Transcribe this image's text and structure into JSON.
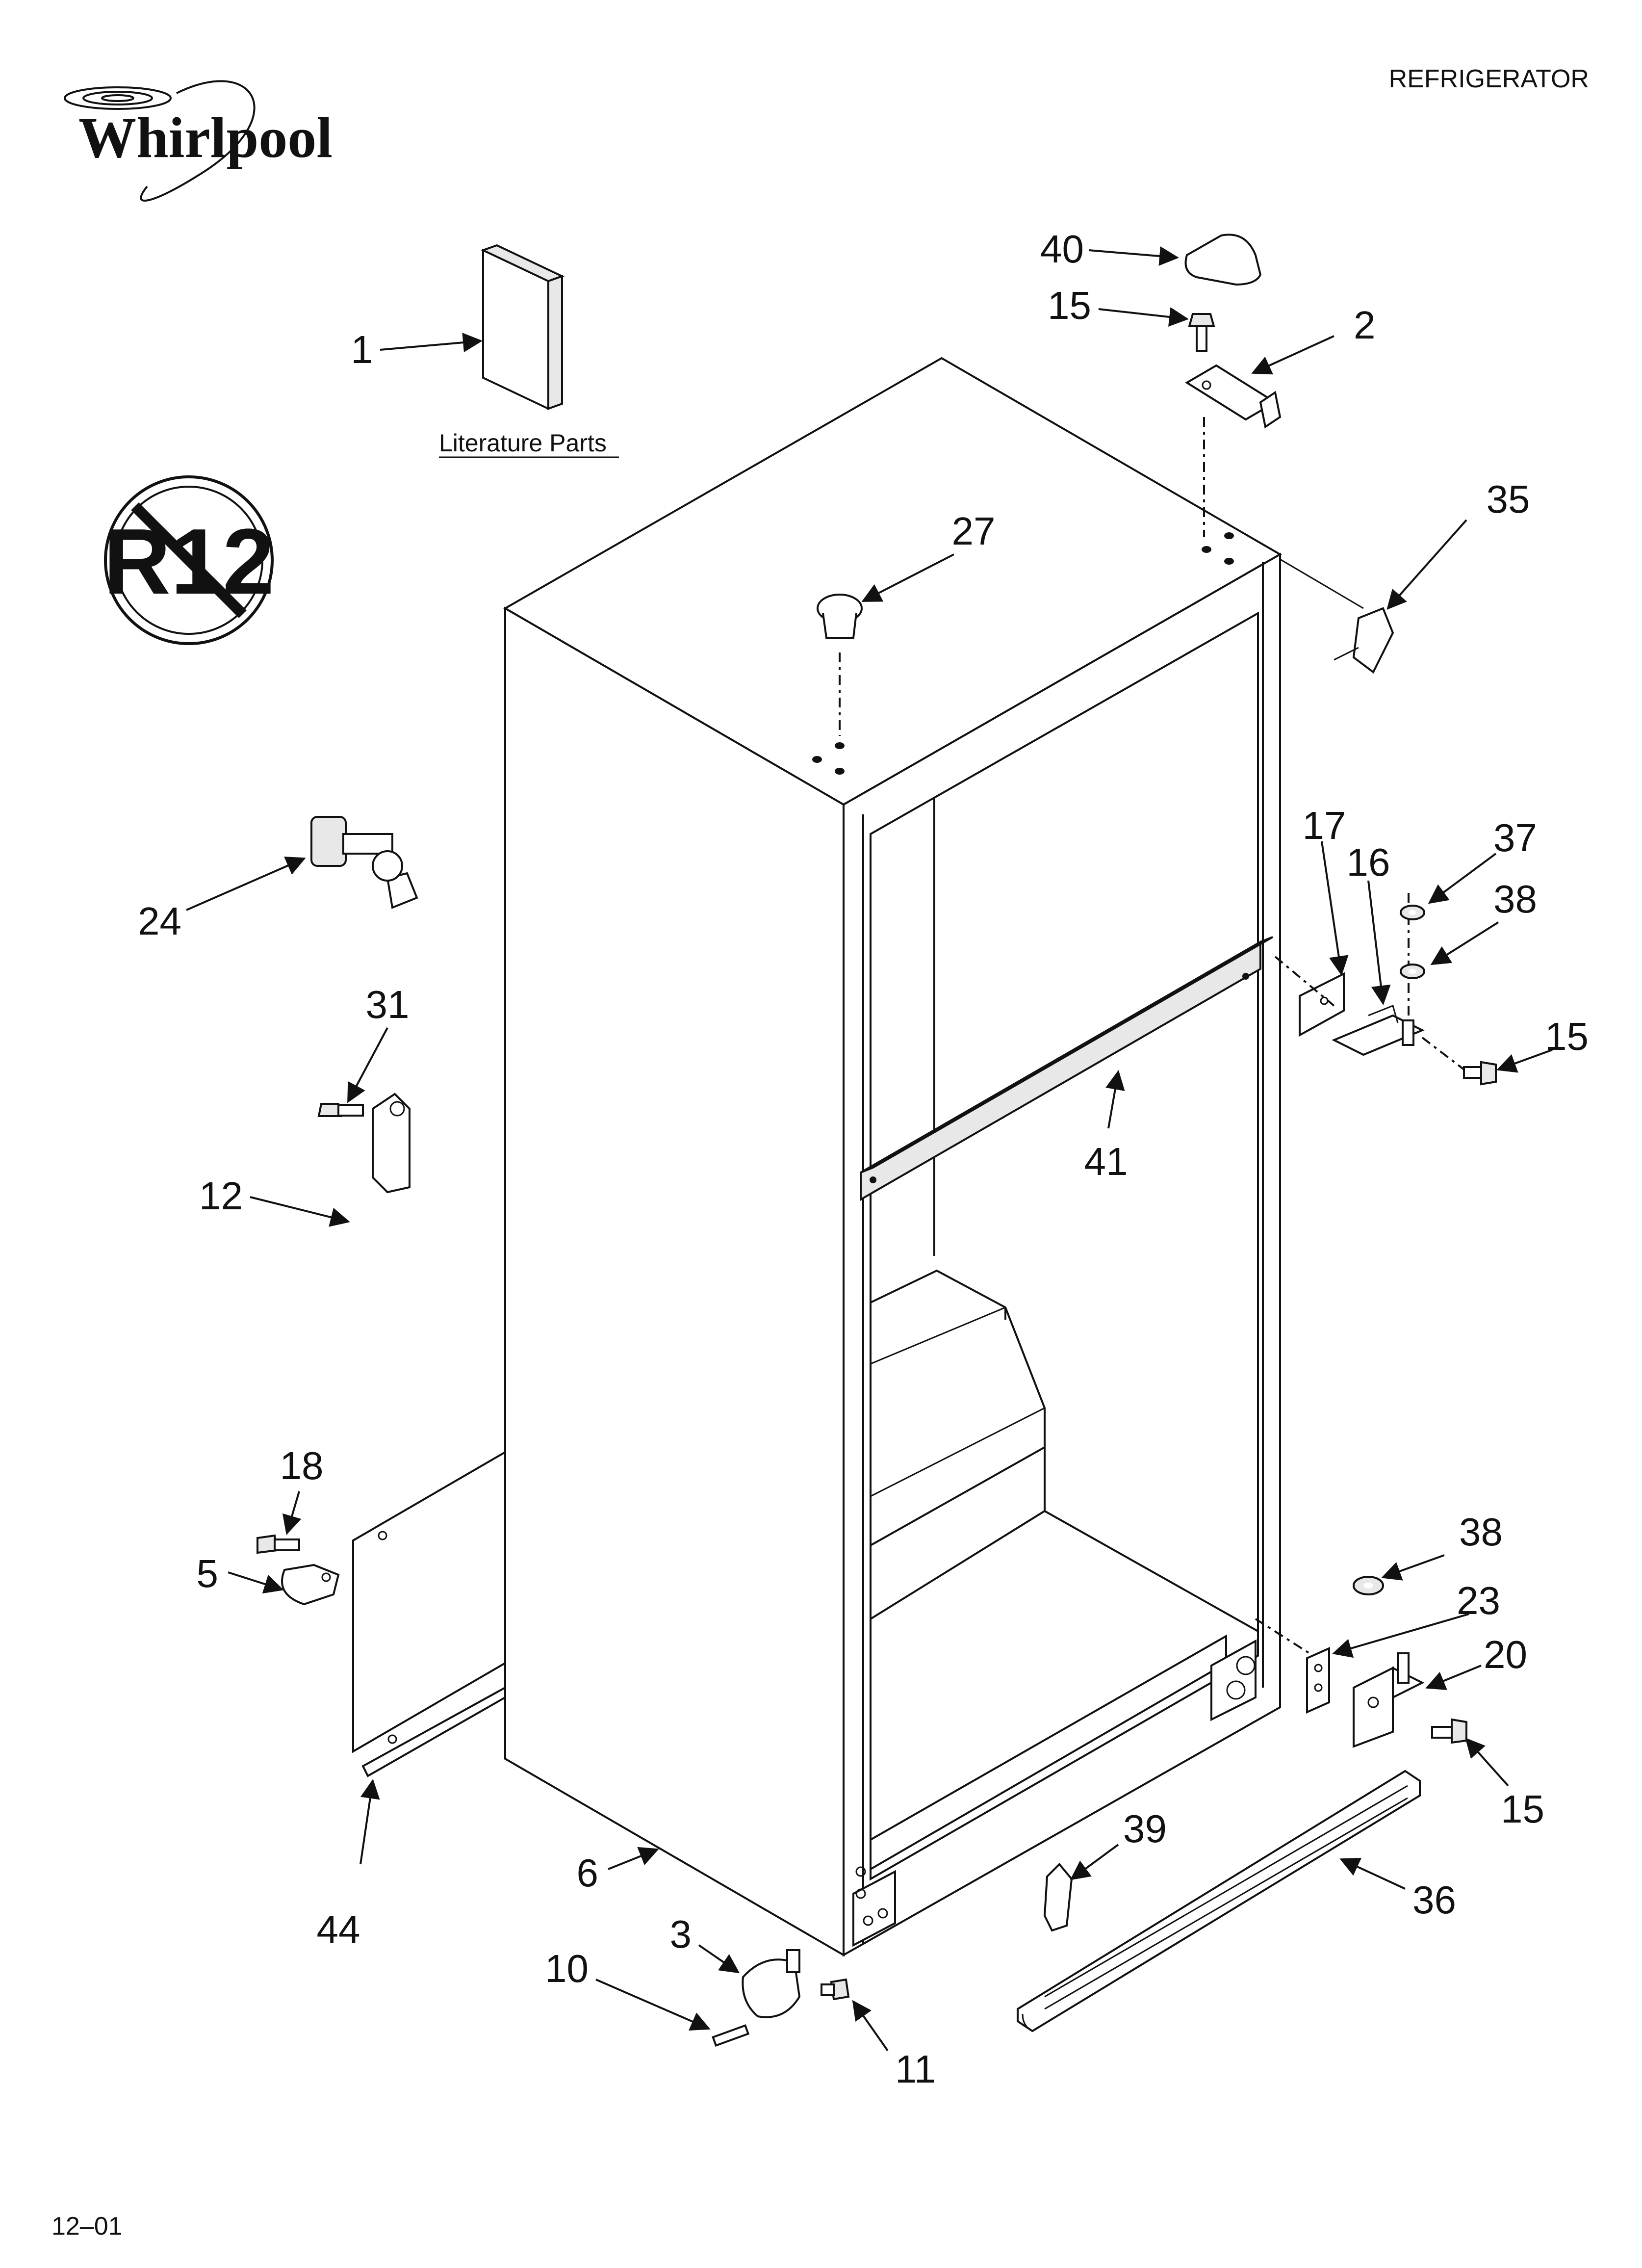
{
  "header": {
    "title": "REFRIGERATOR",
    "brand": "Whirlpool"
  },
  "footer": {
    "code": "12–01"
  },
  "literature_caption": "Literature Parts",
  "no_r12_badge": "R12",
  "callouts": {
    "c1": "1",
    "c2": "2",
    "c3": "3",
    "c5": "5",
    "c6": "6",
    "c10": "10",
    "c11": "11",
    "c12": "12",
    "c15a": "15",
    "c15b": "15",
    "c15c": "15",
    "c16": "16",
    "c17": "17",
    "c18": "18",
    "c20": "20",
    "c23": "23",
    "c24": "24",
    "c27": "27",
    "c31": "31",
    "c35": "35",
    "c36": "36",
    "c37": "37",
    "c38a": "38",
    "c38b": "38",
    "c39": "39",
    "c40": "40",
    "c41": "41",
    "c44": "44"
  }
}
